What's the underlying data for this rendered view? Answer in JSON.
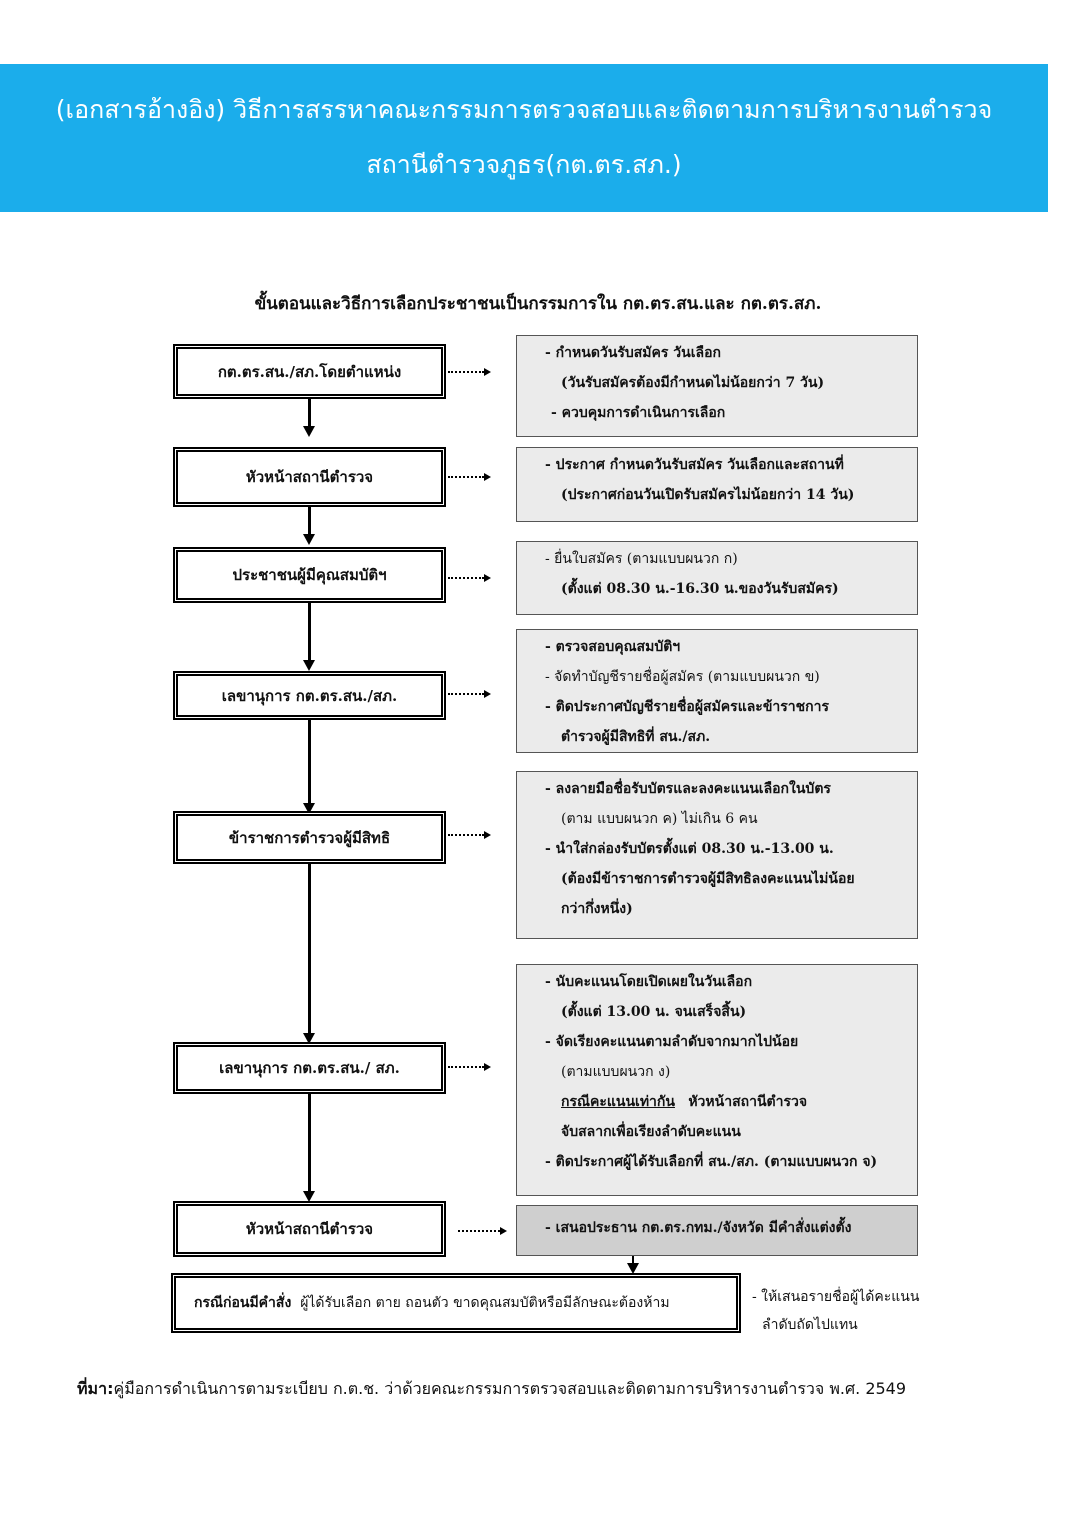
{
  "banner": {
    "line1": "(เอกสารอ้างอิง)  วิธีการสรรหาคณะกรรมการตรวจสอบและติดตามการบริหารงานตำรวจ",
    "line2": "สถานีตำรวจภูธร(กต.ตร.สภ.)"
  },
  "doc_title": "ขั้นตอนและวิธีการเลือกประชาชนเป็นกรรมการใน กต.ตร.สน.และ กต.ตร.สภ.",
  "steps": [
    {
      "label": "กต.ตร.สน./สภ.โดยตำแหน่ง",
      "notes": [
        "- กำหนดวันรับสมัคร วันเลือก",
        "(วันรับสมัครต้องมีกำหนดไม่น้อยกว่า 7 วัน)",
        "- ควบคุมการดำเนินการเลือก"
      ]
    },
    {
      "label": "หัวหน้าสถานีตำรวจ",
      "notes": [
        "- ประกาศ กำหนดวันรับสมัคร วันเลือกและสถานที่",
        "(ประกาศก่อนวันเปิดรับสมัครไม่น้อยกว่า 14 วัน)"
      ]
    },
    {
      "label": "ประชาชนผู้มีคุณสมบัติฯ",
      "notes": [
        "- ยื่นใบสมัคร (ตามแบบผนวก ก)",
        "(ตั้งแต่ 08.30 น.-16.30 น.ของวันรับสมัคร)"
      ]
    },
    {
      "label": "เลขานุการ กต.ตร.สน./สภ.",
      "notes": [
        "- ตรวจสอบคุณสมบัติฯ",
        "- จัดทำบัญชีรายชื่อผู้สมัคร (ตามแบบผนวก ข)",
        "- ติดประกาศบัญชีรายชื่อผู้สมัครและข้าราชการ",
        "ตำรวจผู้มีสิทธิที่ สน./สภ."
      ]
    },
    {
      "label": "ข้าราชการตำรวจผู้มีสิทธิ",
      "notes": [
        "- ลงลายมือชื่อรับบัตรและลงคะแนนเลือกในบัตร",
        "(ตาม แบบผนวก ค) ไม่เกิน 6 คน",
        "- นำใส่กล่องรับบัตรตั้งแต่ 08.30 น.-13.00 น.",
        "(ต้องมีข้าราชการตำรวจผู้มีสิทธิลงคะแนนไม่น้อย",
        "กว่ากึ่งหนึ่ง)"
      ]
    },
    {
      "label": "เลขานุการ กต.ตร.สน./ สภ.",
      "notes": [
        "- นับคะแนนโดยเปิดเผยในวันเลือก",
        "(ตั้งแต่ 13.00 น. จนเสร็จสิ้น)",
        "- จัดเรียงคะแนนตามลำดับจากมากไปน้อย",
        "(ตามแบบผนวก ง)",
        "กรณีคะแนนเท่ากัน",
        "หัวหน้าสถานีตำรวจ",
        "จับสลากเพื่อเรียงลำดับคะแนน",
        "- ติดประกาศผู้ได้รับเลือกที่ สน./สภ. (ตามแบบผนวก จ)"
      ]
    },
    {
      "label": "หัวหน้าสถานีตำรวจ",
      "notes": [
        "- เสนอประธาน กต.ตร.กทม./จังหวัด มีคำสั่งแต่งตั้ง"
      ]
    }
  ],
  "final": {
    "bold": "กรณีก่อนมีคำสั่ง",
    "text": "ผู้ได้รับเลือก ตาย ถอนตัว ขาดคุณสมบัติหรือมีลักษณะต้องห้าม",
    "note1": "- ให้เสนอรายชื่อผู้ได้คะแนน",
    "note2": "ลำดับถัดไปแทน"
  },
  "source": {
    "label": "ที่มา:",
    "text": "คู่มือการดำเนินการตามระเบียบ ก.ต.ช. ว่าด้วยคณะกรรมการตรวจสอบและติดตามการบริหารงานตำรวจ พ.ศ. 2549"
  },
  "colors": {
    "banner": "#1badeb",
    "note_bg": "#ebebeb",
    "last_note_bg": "#cfcfcf"
  }
}
